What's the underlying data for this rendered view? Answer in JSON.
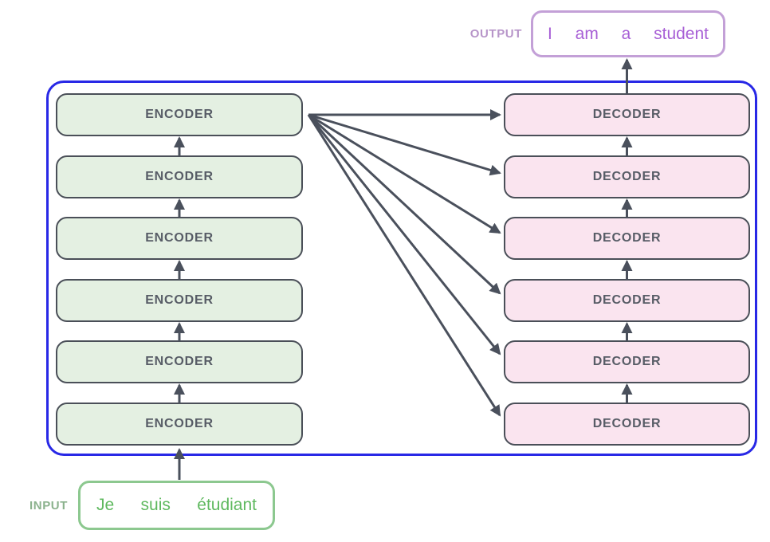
{
  "diagram": {
    "kind": "transformer-encoder-decoder-stack"
  },
  "colors": {
    "container_border": "#2828e6",
    "box_border": "#4a4f58",
    "box_text": "#575c66",
    "encoder_fill": "#e4f0e2",
    "decoder_fill": "#fae4ef",
    "arrow": "#4a505c",
    "output_border": "#c3a0d7",
    "output_text": "#a860d6",
    "output_label": "#b795c9",
    "input_border": "#8cc88f",
    "input_text": "#5fb95f",
    "input_label": "#8bb28d"
  },
  "encoder_stack": {
    "items": [
      {
        "label": "ENCODER"
      },
      {
        "label": "ENCODER"
      },
      {
        "label": "ENCODER"
      },
      {
        "label": "ENCODER"
      },
      {
        "label": "ENCODER"
      },
      {
        "label": "ENCODER"
      }
    ]
  },
  "decoder_stack": {
    "items": [
      {
        "label": "DECODER"
      },
      {
        "label": "DECODER"
      },
      {
        "label": "DECODER"
      },
      {
        "label": "DECODER"
      },
      {
        "label": "DECODER"
      },
      {
        "label": "DECODER"
      }
    ]
  },
  "output": {
    "label": "OUTPUT",
    "words": [
      "I",
      "am",
      "a",
      "student"
    ]
  },
  "input": {
    "label": "INPUT",
    "words": [
      "Je",
      "suis",
      "étudiant"
    ]
  }
}
